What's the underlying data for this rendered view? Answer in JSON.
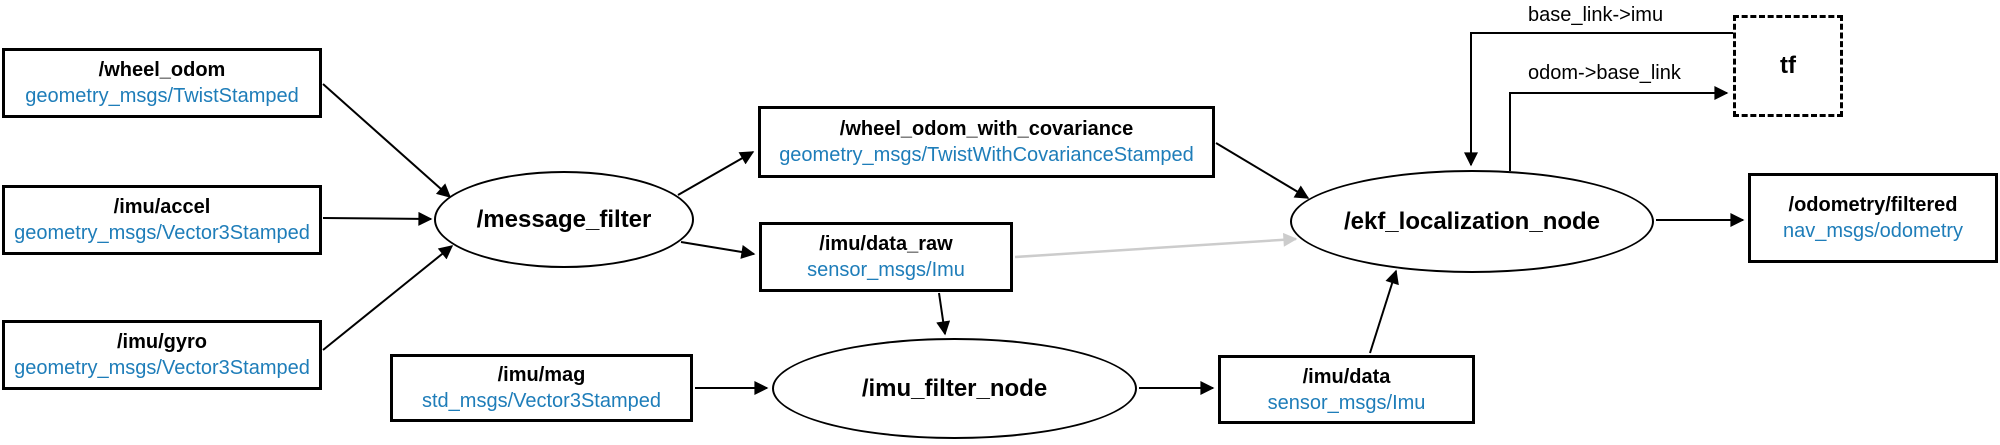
{
  "diagram": {
    "colors": {
      "type_text_blue": "#1e7db9",
      "inactive_edge_gray": "#cccccc",
      "edge_black": "#000000"
    },
    "topics": {
      "wheel_odom": {
        "name": "/wheel_odom",
        "type": "geometry_msgs/TwistStamped"
      },
      "imu_accel": {
        "name": "/imu/accel",
        "type": "geometry_msgs/Vector3Stamped"
      },
      "imu_gyro": {
        "name": "/imu/gyro",
        "type": "geometry_msgs/Vector3Stamped"
      },
      "wheel_odom_with_covariance": {
        "name": "/wheel_odom_with_covariance",
        "type": "geometry_msgs/TwistWithCovarianceStamped"
      },
      "imu_data_raw": {
        "name": "/imu/data_raw",
        "type": "sensor_msgs/Imu"
      },
      "imu_mag": {
        "name": "/imu/mag",
        "type": "std_msgs/Vector3Stamped"
      },
      "imu_data": {
        "name": "/imu/data",
        "type": "sensor_msgs/Imu"
      },
      "odometry_filtered": {
        "name": "/odometry/filtered",
        "type": "nav_msgs/odometry"
      }
    },
    "nodes": {
      "message_filter": {
        "name": "/message_filter"
      },
      "imu_filter_node": {
        "name": "/imu_filter_node"
      },
      "ekf_localization_node": {
        "name": "/ekf_localization_node"
      },
      "tf": {
        "name": "tf"
      }
    },
    "edge_labels": {
      "base_link_imu": "base_link->imu",
      "odom_base_link": "odom->base_link"
    }
  }
}
